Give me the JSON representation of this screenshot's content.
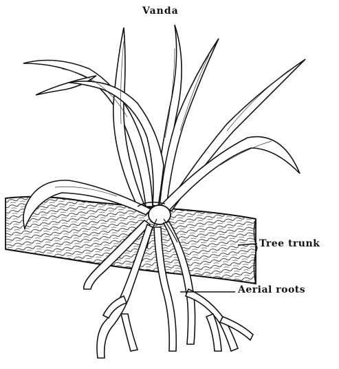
{
  "figure": {
    "title": "Vanda",
    "labels": {
      "tree_trunk": "Tree trunk",
      "aerial_roots": "Aerial roots"
    }
  },
  "colors": {
    "ink": "#1a1a1a",
    "paper": "#ffffff"
  }
}
